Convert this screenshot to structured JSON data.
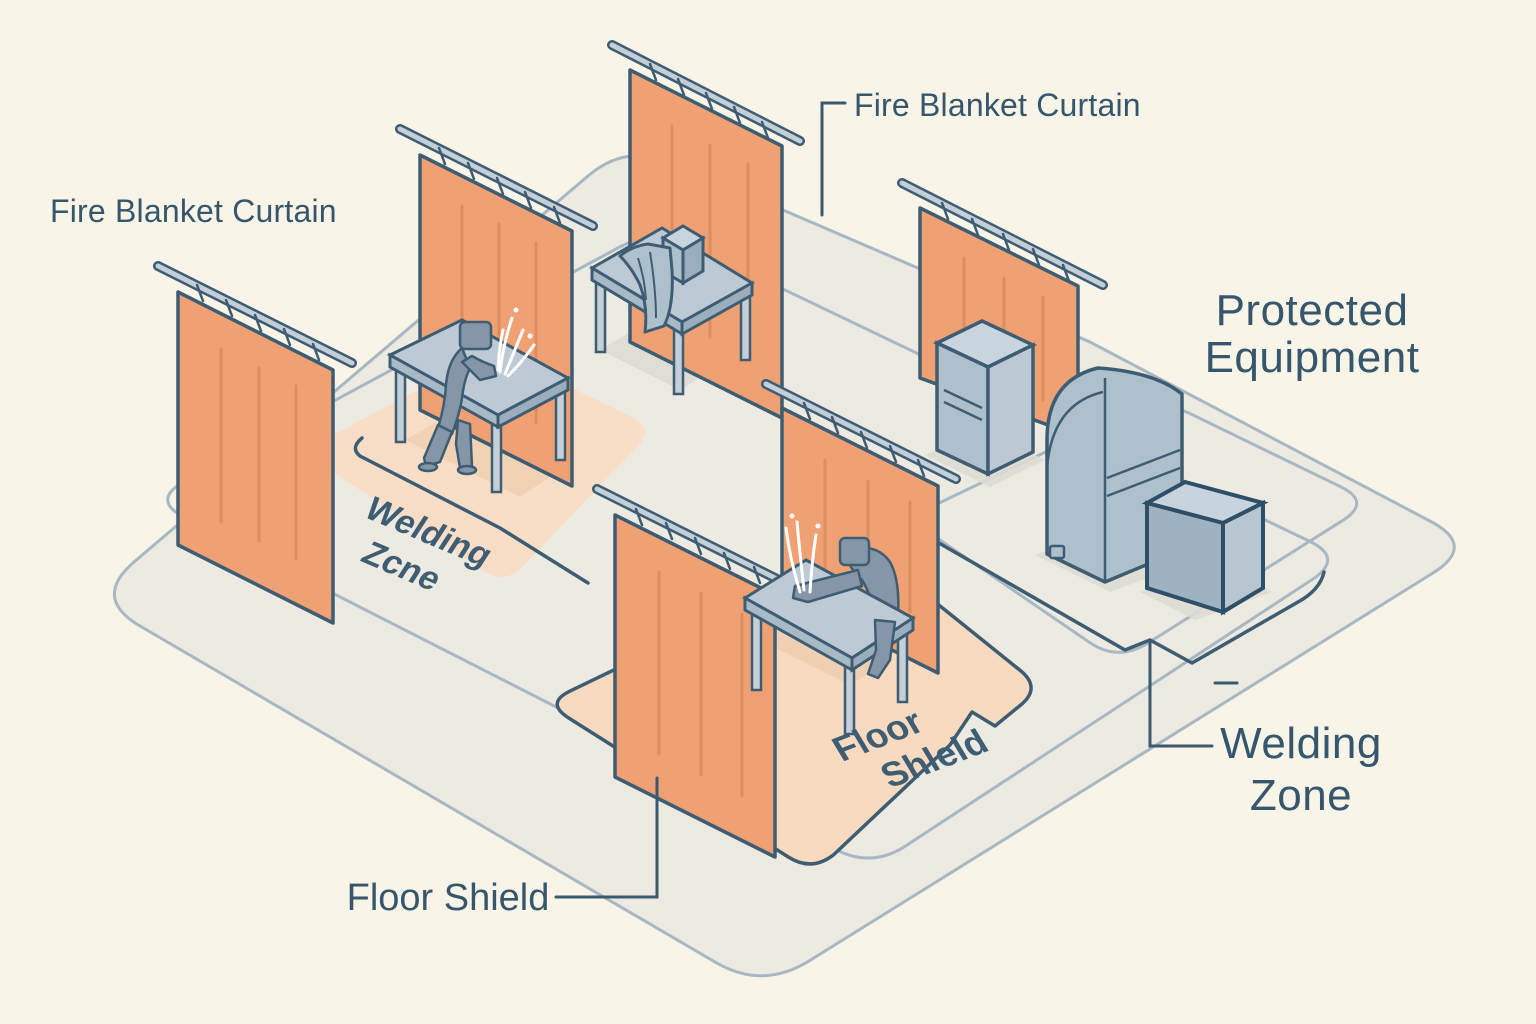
{
  "labels": {
    "fbc_left": "Fire Blanket Curtain",
    "fbc_right": "Fire Blanket Curtain",
    "protected_line1": "Protected",
    "protected_line2": "Equipment",
    "welding_zone_right_line1": "Welding",
    "welding_zone_right_line2": "Zone",
    "floor_welding_line1": "Welding",
    "floor_welding_line2": "Zcne",
    "floor_shield_floor_line1": "Floor",
    "floor_shield_floor_line2": "Shleld",
    "floor_shield_label": "Floor Shield",
    "tick_dash": "–"
  },
  "colors": {
    "background": "#F8F4E8",
    "floor": "#ECEAE1",
    "floor_stroke": "#A7B8C4",
    "curtain": "#EFA173",
    "curtain_streak": "#D8885A",
    "outline": "#3E5D73",
    "rail": "#C4CFD8",
    "zone_peach": "#F7DAC0",
    "zone_peach_left": "#F8DEC6",
    "metal_top": "#C9D5DE",
    "metal_front": "#AFC0CD",
    "metal_side": "#9BAEBD",
    "metal_dark_stroke": "#2F4E67",
    "figure": "#8496A8",
    "label_text": "#35566C",
    "shadow": "#DEDCD3",
    "spark": "#FFFFFF"
  },
  "scene": {
    "curtain_count": 6,
    "welder_count": 2,
    "table_count": 3,
    "protected_equipment_units": 3
  }
}
